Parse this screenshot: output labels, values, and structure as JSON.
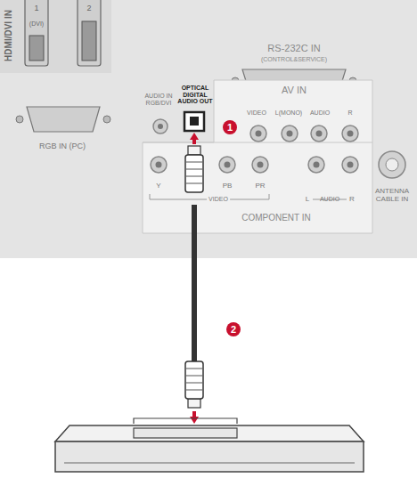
{
  "diagram": {
    "labels": [
      "HDMI/DVI IN",
      "1",
      "(DVI)",
      "2",
      "RS-232C IN",
      "(CONTROL&SERVICE)",
      "AUDIO IN RGB/DVI",
      "OPTICAL DIGITAL AUDIO OUT",
      "AV IN",
      "VIDEO",
      "L(MONO)",
      "AUDIO",
      "R",
      "RGB IN (PC)",
      "Y",
      "PB",
      "PR",
      "VIDEO",
      "L",
      "AUDIO",
      "R",
      "COMPONENT IN",
      "ANTENNA CABLE IN",
      "1",
      "2"
    ]
  }
}
